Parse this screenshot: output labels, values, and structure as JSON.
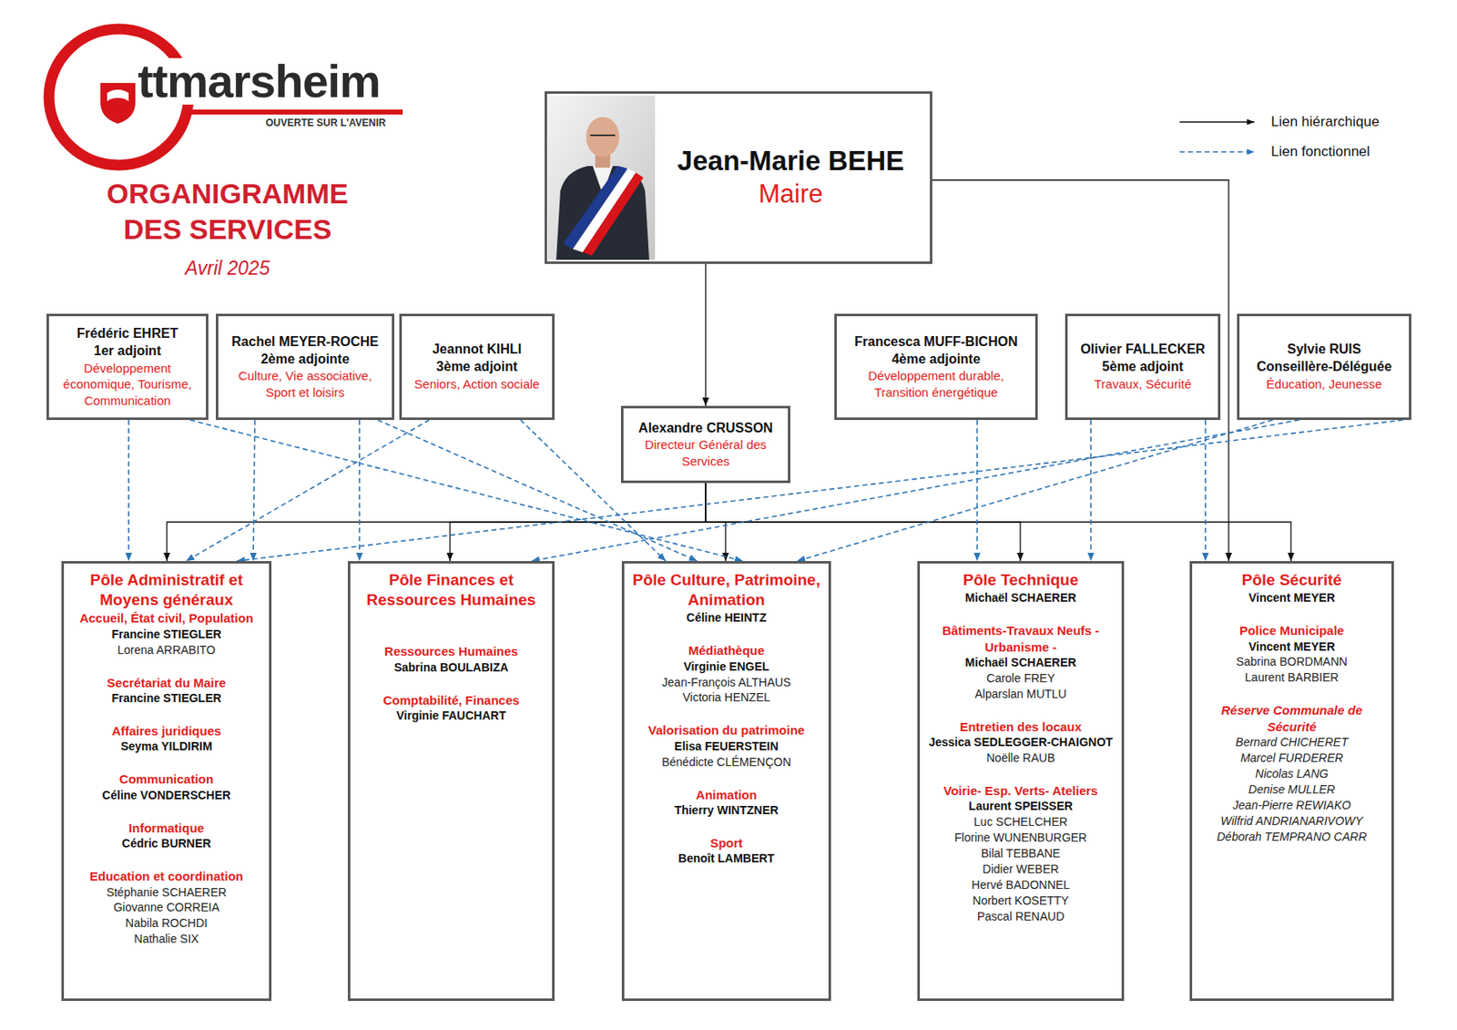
{
  "diagram": {
    "title": "ORGANIGRAMME DES SERVICES",
    "caption": "Avril 2025",
    "nodes": [
      {
        "text": [
          "Jean-Marie BEHE",
          "Maire"
        ]
      },
      {
        "text": [
          "Frédéric EHRET",
          "1er adjoint",
          "Développement économique, Tourisme, Communication"
        ]
      },
      {
        "text": [
          "Rachel MEYER-ROCHE",
          "2ème adjointe",
          "Culture, Vie associative, Sport et loisirs"
        ]
      },
      {
        "text": [
          "Jeannot KIHLI",
          "3ème adjoint",
          "Seniors, Action sociale"
        ]
      },
      {
        "text": [
          "Francesca MUFF-BICHON",
          "4ème adjointe",
          "Développement durable, Transition énergétique"
        ]
      },
      {
        "text": [
          "Olivier FALLECKER",
          "5ème adjoint",
          "Travaux, Sécurité"
        ]
      },
      {
        "text": [
          "Sylvie RUIS",
          "Conseillère-Déléguée",
          "Éducation, Jeunesse"
        ]
      },
      {
        "text": [
          "Alexandre CRUSSON",
          "Directeur Général des Services"
        ]
      },
      {
        "text": [
          "Pôle Administratif et Moyens généraux",
          "Accueil, État civil, Population",
          "Francine STIEGLER",
          "Lorena ARRABITO",
          "Secrétariat du Maire",
          "Francine STIEGLER",
          "Affaires juridiques",
          "Seyma YILDIRIM",
          "Communication",
          "Céline VONDERSCHER",
          "Informatique",
          "Cédric BURNER",
          "Education et coordination",
          "Stéphanie SCHAERER",
          "Giovanne CORREIA",
          "Nabila ROCHDI",
          "Nathalie SIX"
        ]
      },
      {
        "text": [
          "Pôle Finances et Ressources Humaines",
          "Ressources Humaines",
          "Sabrina BOULABIZA",
          "Comptabilité, Finances",
          "Virginie FAUCHART"
        ]
      },
      {
        "text": [
          "Pôle Culture, Patrimoine, Animation",
          "Céline HEINTZ",
          "Médiathèque",
          "Virginie ENGEL",
          "Jean-François ALTHAUS",
          "Victoria HENZEL",
          "Valorisation du patrimoine",
          "Elisa FEUERSTEIN",
          "Bénédicte CLÉMENÇON",
          "Animation",
          "Thierry WINTZNER",
          "Sport",
          "Benoît LAMBERT"
        ]
      },
      {
        "text": [
          "Pôle Technique",
          "Michaël SCHAERER",
          "Bâtiments-Travaux Neufs - Urbanisme -",
          "Michaël SCHAERER",
          "Carole FREY",
          "Alparslan MUTLU",
          "Entretien des locaux",
          "Jessica SEDLEGGER-CHAIGNOT",
          "Noëlle RAUB",
          "Voirie- Esp. Verts- Ateliers",
          "Laurent SPEISSER",
          "Luc SCHELCHER",
          "Florine WUNENBURGER",
          "Bilal TEBBANE",
          "Didier WEBER",
          "Hervé BADONNEL",
          "Norbert KOSETTY",
          "Pascal RENAUD"
        ]
      },
      {
        "text": [
          "Pôle Sécurité",
          "Vincent MEYER",
          "Police Municipale",
          "Vincent MEYER",
          "Sabrina BORDMANN",
          "Laurent BARBIER",
          "Réserve Communale de Sécurité",
          "Bernard CHICHERET",
          "Marcel FURDERER",
          "Nicolas LANG",
          "Denise MULLER",
          "Jean-Pierre REWIAKO",
          "Wilfrid ANDRIANARIVOWY",
          "Déborah TEMPRANO CARR"
        ]
      }
    ],
    "edges": [
      {
        "from": 0,
        "to": 7,
        "arrow": "to"
      },
      {
        "from": 0,
        "to": 12,
        "arrow": "to"
      },
      {
        "from": 7,
        "to": 8,
        "arrow": "to"
      },
      {
        "from": 7,
        "to": 9,
        "arrow": "to"
      },
      {
        "from": 7,
        "to": 10,
        "arrow": "to"
      },
      {
        "from": 7,
        "to": 11,
        "arrow": "to"
      },
      {
        "from": 7,
        "to": 12,
        "arrow": "to"
      },
      {
        "from": 1,
        "to": 8,
        "arrow": "to"
      },
      {
        "from": 1,
        "to": 10,
        "arrow": "to"
      },
      {
        "from": 2,
        "to": 8,
        "arrow": "to"
      },
      {
        "from": 2,
        "to": 9,
        "arrow": "to"
      },
      {
        "from": 2,
        "to": 10,
        "arrow": "to"
      },
      {
        "from": 3,
        "to": 8,
        "arrow": "to"
      },
      {
        "from": 3,
        "to": 10,
        "arrow": "to"
      },
      {
        "from": 4,
        "to": 11,
        "arrow": "to"
      },
      {
        "from": 5,
        "to": 11,
        "arrow": "to"
      },
      {
        "from": 5,
        "to": 12,
        "arrow": "to"
      },
      {
        "from": 6,
        "to": 8,
        "arrow": "to"
      },
      {
        "from": 6,
        "to": 9,
        "arrow": "to"
      },
      {
        "from": 6,
        "to": 10,
        "arrow": "to"
      }
    ],
    "labels": [
      "ttmarsheim",
      "OUVERTE SUR L'AVENIR"
    ],
    "legend": [
      {
        "text": "Lien hiérarchique"
      },
      {
        "text": "Lien fonctionnel"
      }
    ]
  }
}
